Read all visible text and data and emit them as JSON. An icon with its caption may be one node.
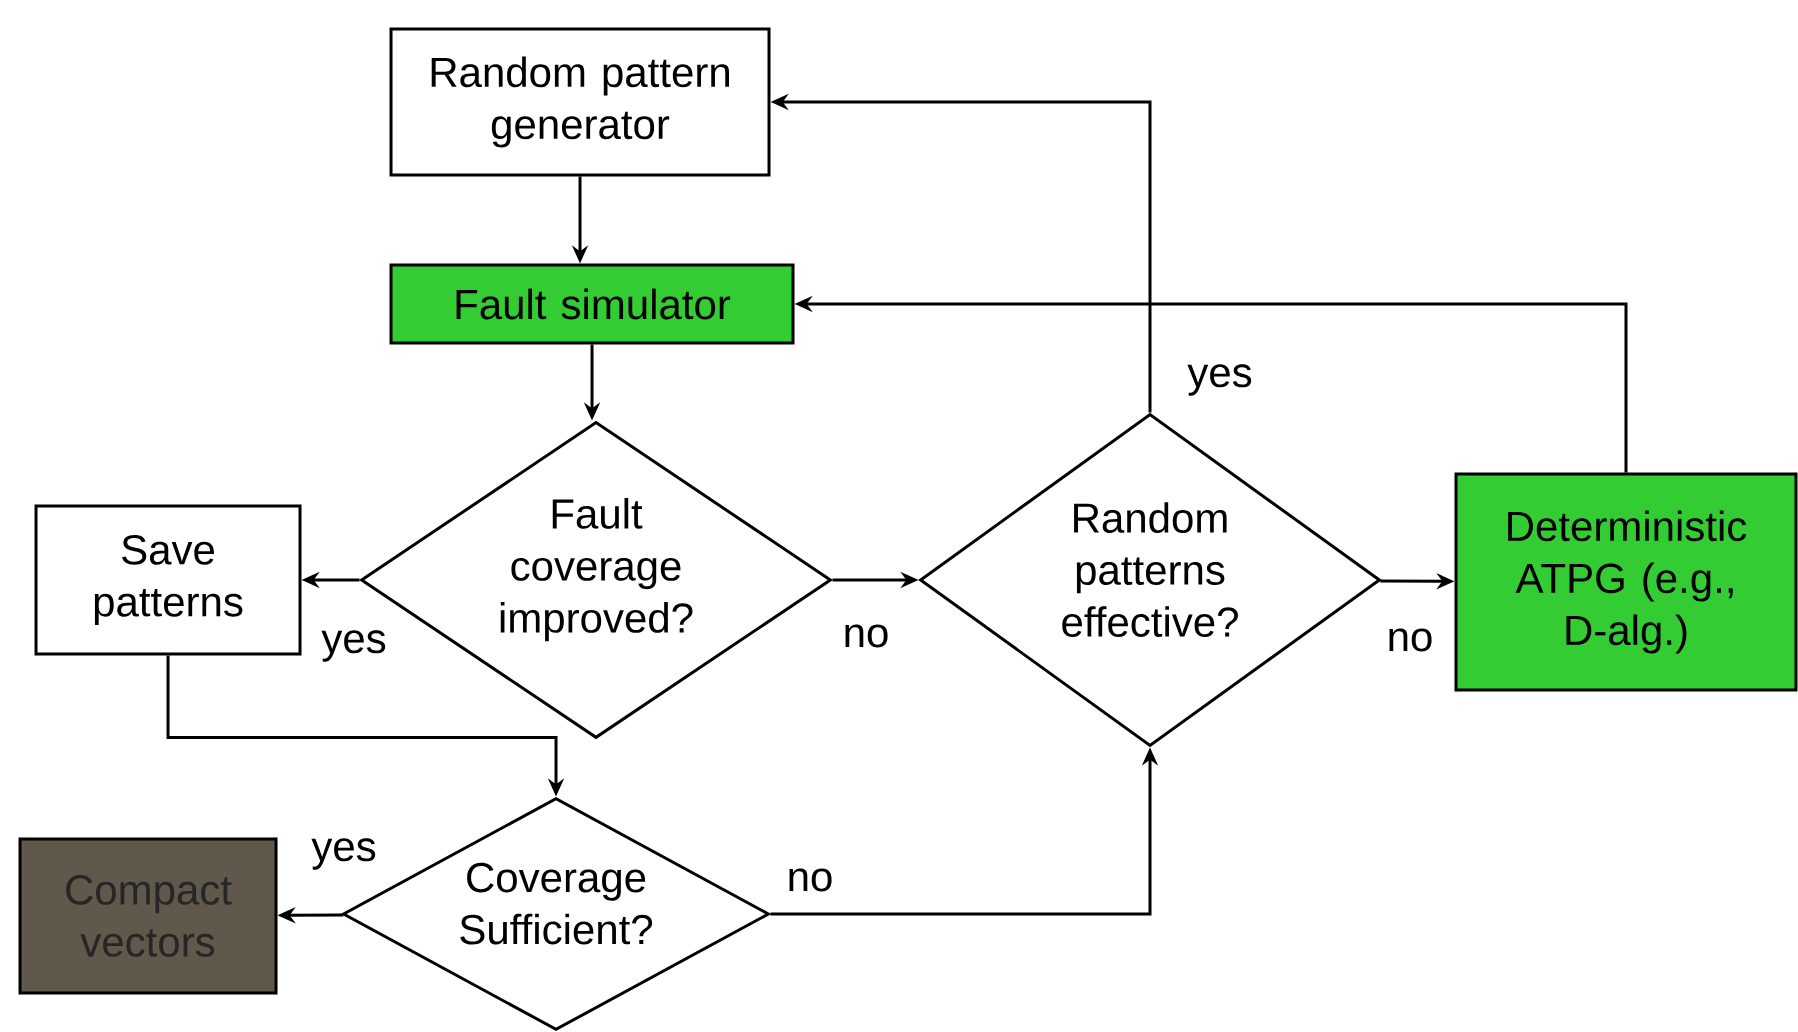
{
  "diagram": {
    "nodes": [
      {
        "text": [
          "Random pattern generator"
        ]
      },
      {
        "text": [
          "Fault simulator"
        ]
      },
      {
        "text": [
          "Fault coverage improved?"
        ]
      },
      {
        "text": [
          "Save patterns"
        ]
      },
      {
        "text": [
          "Random patterns effective?"
        ]
      },
      {
        "text": [
          "Deterministic ATPG (e.g., D-alg.)"
        ]
      },
      {
        "text": [
          "Coverage Sufficient?"
        ]
      },
      {
        "text": [
          "Compact vectors"
        ]
      }
    ],
    "edges": [
      {
        "from": 0,
        "to": 1,
        "arrow": "to"
      },
      {
        "from": 1,
        "to": 2,
        "arrow": "to"
      },
      {
        "from": 2,
        "to": 3,
        "arrow": "to",
        "label": "yes"
      },
      {
        "from": 2,
        "to": 4,
        "arrow": "to",
        "label": "no"
      },
      {
        "from": 4,
        "to": 0,
        "arrow": "to",
        "label": "yes"
      },
      {
        "from": 4,
        "to": 5,
        "arrow": "to",
        "label": "no"
      },
      {
        "from": 5,
        "to": 1,
        "arrow": "to"
      },
      {
        "from": 3,
        "to": 6,
        "arrow": "to"
      },
      {
        "from": 6,
        "to": 7,
        "arrow": "to",
        "label": "yes"
      },
      {
        "from": 6,
        "to": 4,
        "arrow": "to",
        "label": "no"
      }
    ]
  }
}
